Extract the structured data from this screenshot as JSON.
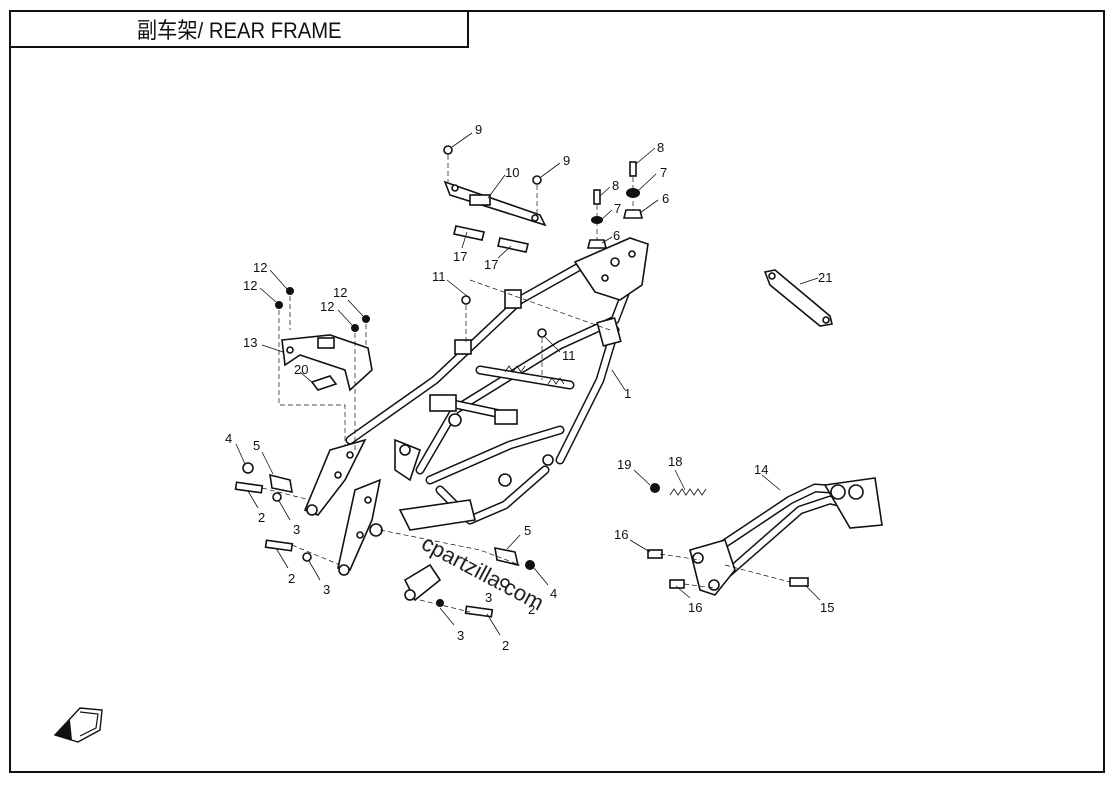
{
  "title": "副车架/ REAR FRAME",
  "watermark": "cpartzilla.com",
  "callouts": {
    "c1": "1",
    "c2a": "2",
    "c2b": "2",
    "c2c": "2",
    "c2d": "2",
    "c3a": "3",
    "c3b": "3",
    "c3c": "3",
    "c3d": "3",
    "c4a": "4",
    "c4b": "4",
    "c5a": "5",
    "c5b": "5",
    "c6a": "6",
    "c6b": "6",
    "c7a": "7",
    "c7b": "7",
    "c8a": "8",
    "c8b": "8",
    "c9a": "9",
    "c9b": "9",
    "c10": "10",
    "c11a": "11",
    "c11b": "11",
    "c12a": "12",
    "c12b": "12",
    "c12c": "12",
    "c12d": "12",
    "c13": "13",
    "c14": "14",
    "c15": "15",
    "c16a": "16",
    "c16b": "16",
    "c17a": "17",
    "c17b": "17",
    "c18": "18",
    "c19": "19",
    "c20": "20",
    "c21": "21"
  },
  "icons": {
    "front_arrow": "front-direction-arrow-icon"
  }
}
